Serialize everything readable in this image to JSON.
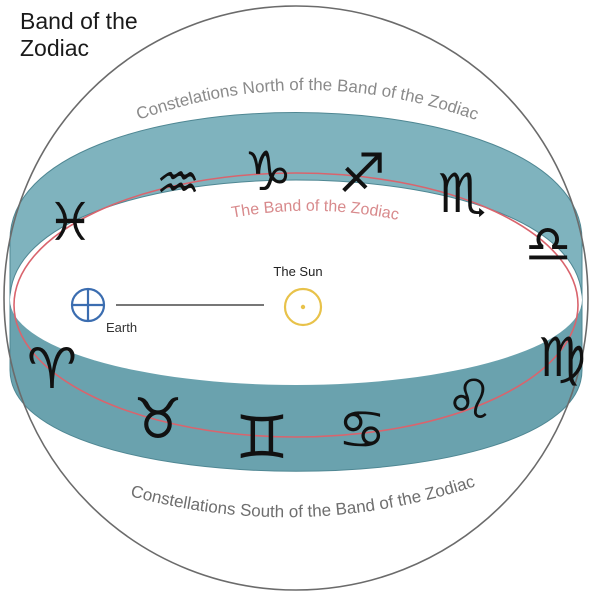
{
  "title": {
    "line1": "Band of the",
    "line2": "Zodiac"
  },
  "labels": {
    "north": "Constelations North of the Band of the Zodiac",
    "band": "The Band of the Zodiac",
    "south": "Constellations South of the Band of the Zodiac",
    "sun": "The Sun",
    "earth": "Earth"
  },
  "zodiac": {
    "pisces": "♓",
    "aquarius": "♒",
    "capricorn": "♑",
    "sagittarius": "♐",
    "scorpio": "♏",
    "libra": "♎",
    "virgo": "♍",
    "aries": "♈",
    "taurus": "♉",
    "gemini": "♊",
    "cancer": "♋",
    "leo": "♌"
  },
  "colors": {
    "band": "#7fb3be",
    "band_dark": "#6aa2ae",
    "ecliptic": "#d9646d",
    "band_label": "#d88a8c",
    "sun": "#e8c24a",
    "earth": "#3b6db0",
    "glyph": "#111111",
    "sphere_outline": "#6b6b6b"
  }
}
